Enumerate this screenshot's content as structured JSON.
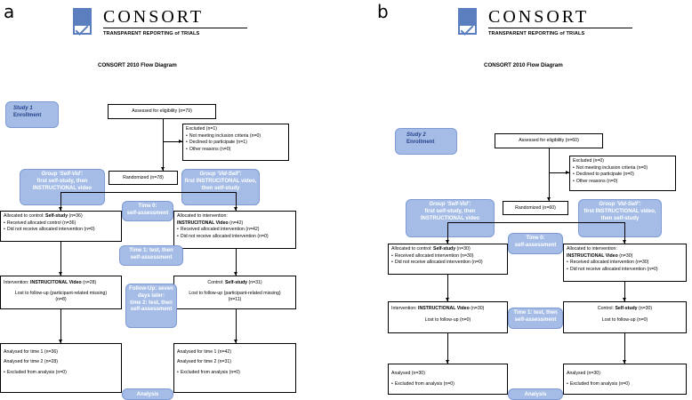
{
  "logo": {
    "word": "CONSORT",
    "tagline": "TRANSPARENT REPORTING of TRIALS"
  },
  "panels": [
    {
      "letter": "a",
      "title": "CONSORT 2010 Flow Diagram",
      "study_box": {
        "title": "Study 1",
        "subtitle": "Enrollment"
      },
      "eligibility": "Assessed for eligibility (n=79)",
      "excluded": {
        "head": "Excluded (n=1)",
        "items": [
          "Not meeting inclusion criteria (n=0)",
          "Declined to participate (n=1)",
          "Other reasons (n=0)"
        ]
      },
      "randomized": "Randomized (n=78)",
      "group_left": {
        "name": "Group ‘Self-Vid’:",
        "desc": "first self-study, then INSTRUCTIONAL video"
      },
      "group_right": {
        "name": "Group ‘Vid-Self’:",
        "desc": "first INSTRUCITONAL video, then self-study"
      },
      "time0": {
        "line1": "Time 0:",
        "line2": "self-assessment"
      },
      "alloc_left": {
        "label": "Allocated to control: ",
        "bold": "Self-study",
        "count": " (n=36)",
        "items": [
          "Received allocated control (n=36)",
          "Did not receive allocated intervention (n=0)"
        ]
      },
      "alloc_right": {
        "label": "Allocated to intervention:",
        "bold": "INSTRUCITONAL Video",
        "count": " (n=42)",
        "items": [
          "Received allocated intervention (n=42)",
          "Did not receive allocated intervention (n=0)"
        ]
      },
      "time1": {
        "line1": "Time 1: test, then",
        "line2": "self-assessment"
      },
      "follow_left": {
        "label": "Intervention: ",
        "bold": "INSTRUCITONAL Video",
        "count": " (n=28)",
        "lost": "Lost to follow-up (participant-related missing)",
        "lost_n": "(n=8)"
      },
      "follow_right": {
        "label": "Control: ",
        "bold": "Self-study",
        "count": " (n=31)",
        "lost": "Lost to follow-up (participant-related missing)",
        "lost_n": "(n=11)"
      },
      "followup_badge": {
        "line1": "Follow-Up: seven",
        "line2": "days later:",
        "line3": "time 2: test, then",
        "line4": "self-assessment"
      },
      "analysis_left": [
        "Analysed for time 1 (n=36)",
        "Analysed for time 2 (n=28)",
        "Excluded from analysis (n=0)"
      ],
      "analysis_right": [
        "Analysed for time 1 (n=42)",
        "Analysed for time 2 (n=31)",
        "Excluded from analysis (n=0)"
      ],
      "analysis_badge": "Analysis"
    },
    {
      "letter": "b",
      "title": "CONSORT 2010 Flow Diagram",
      "study_box": {
        "title": "Study 2",
        "subtitle": "Enrollment"
      },
      "eligibility": "Assessed for eligibility (n=60)",
      "excluded": {
        "head": "Excluded (n=0)",
        "items": [
          "Not meeting inclusion criteria (n=0)",
          "Declined to participate (n=0)",
          "Other reasons (n=0)"
        ]
      },
      "randomized": "Randomized (n=60)",
      "group_left": {
        "name": "Group ‘Self-Vid’:",
        "desc": "first self-study, then INSTRUCTIONAL video"
      },
      "group_right": {
        "name": "Group ‘Vid-Self’:",
        "desc": "first INSTRUCTIONAL video, then self-study"
      },
      "time0": {
        "line1": "Time 0:",
        "line2": "self-assessment"
      },
      "alloc_left": {
        "label": "Allocated to control: ",
        "bold": "Self-study",
        "count": " (n=30)",
        "items": [
          "Received allocated intervention (n=30)",
          "Did not receive allocated intervention (n=0)"
        ]
      },
      "alloc_right": {
        "label": "Allocated to intervention:",
        "bold": "INSTRUCTIONAL Video",
        "count": " (n=30)",
        "items": [
          "Received allocated intervention (n=30)",
          "Did not receive allocated intervention (n=0)"
        ]
      },
      "follow_left": {
        "label": "Intervention: ",
        "bold": "INSTRUCTIONAL Video",
        "count": " (n=30)",
        "lost": "Lost to follow-up (n=0)"
      },
      "follow_right": {
        "label": "Control: ",
        "bold": "Self-study",
        "count": " (n=30)",
        "lost": "Lost to follow-up (n=0)"
      },
      "time1": {
        "line1": "Time 1: test, then",
        "line2": "self-assessment"
      },
      "analysis_left": [
        "Analysed (n=30)",
        "Excluded from analysis (n=0)"
      ],
      "analysis_right": [
        "Analysed (n=30)",
        "Excluded from analysis (n=0)"
      ],
      "analysis_badge": "Analysis"
    }
  ]
}
